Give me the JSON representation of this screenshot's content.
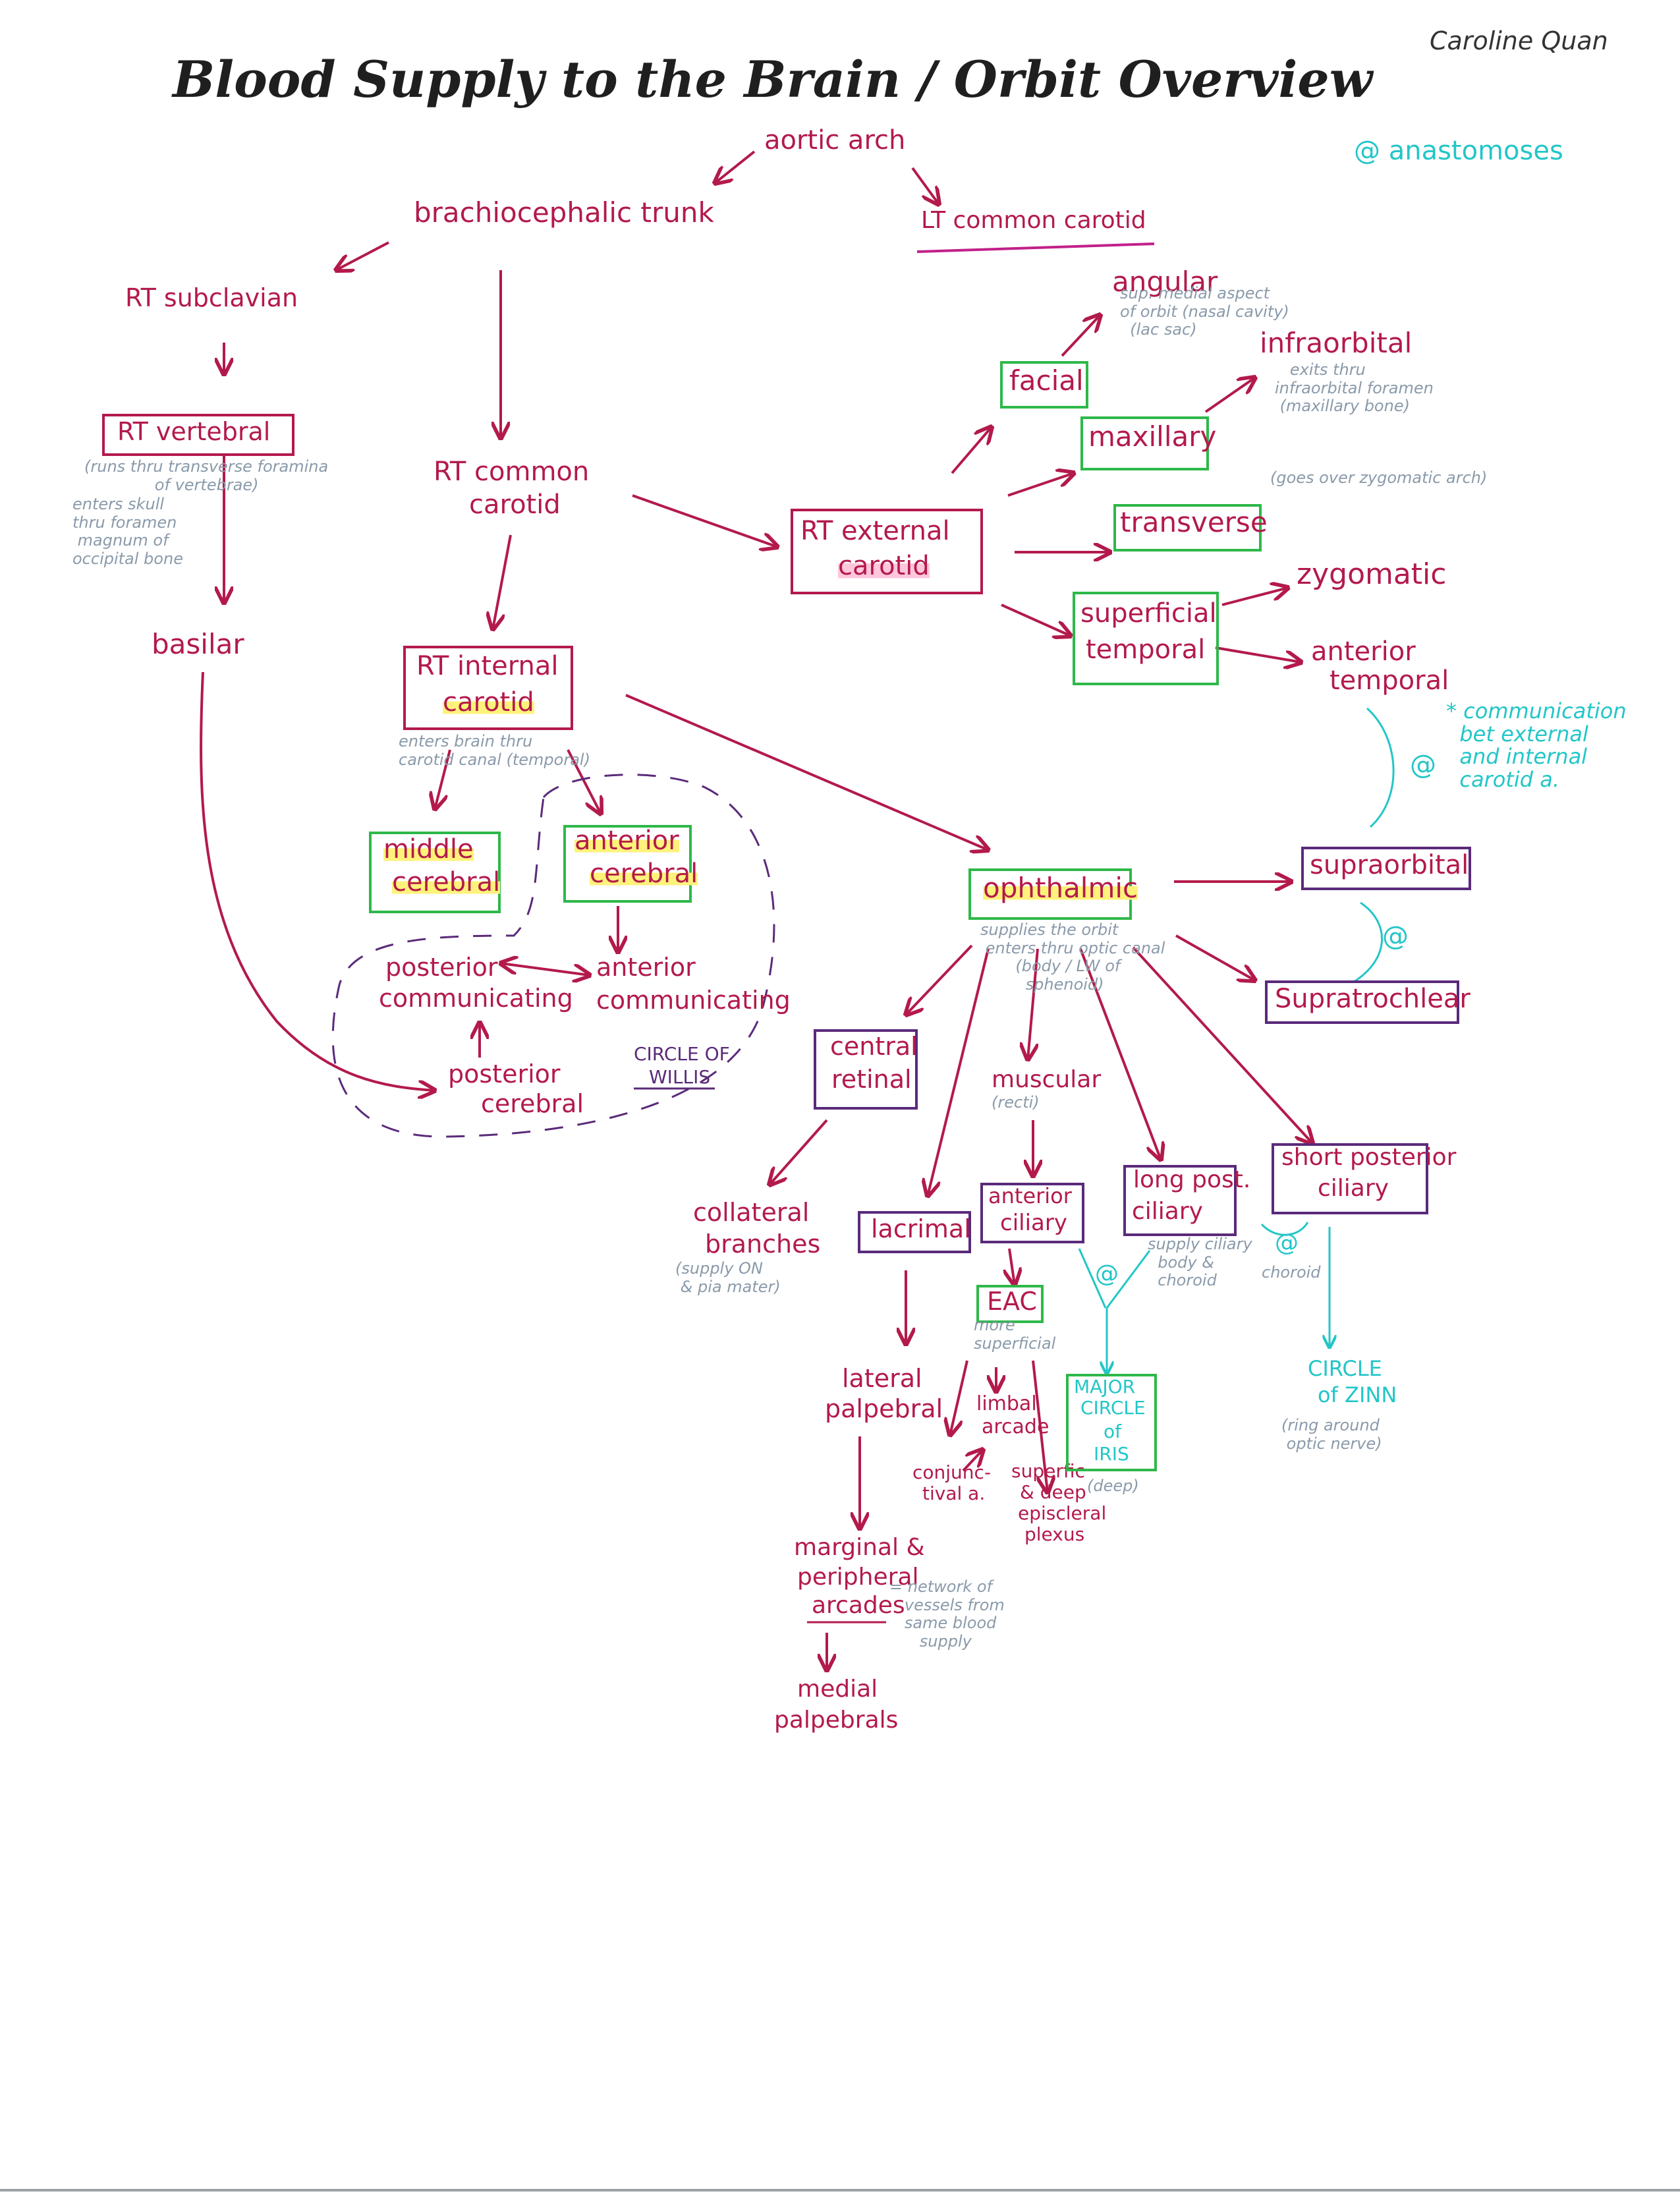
{
  "header": {
    "title": "Blood Supply to the Brain / Orbit Overview",
    "author": "Caroline Quan",
    "legend": "@ anastomoses"
  },
  "nodes": {
    "aortic_arch": "aortic arch",
    "brachiocephalic": "brachiocephalic trunk",
    "lt_common_carotid": "LT common carotid",
    "rt_subclavian": "RT subclavian",
    "rt_vertebral": "RT vertebral",
    "rt_vertebral_note": "(runs thru transverse foramina\n              of vertebrae)",
    "enters_skull_note": "enters skull\nthru foramen\n magnum of\noccipital bone",
    "basilar": "basilar",
    "rt_common_carotid_1": "RT common",
    "rt_common_carotid_2": "carotid",
    "rt_external_1": "RT external",
    "rt_external_2": "carotid",
    "rt_internal_1": "RT internal",
    "rt_internal_2": "carotid",
    "rt_internal_note": "enters brain thru\ncarotid canal (temporal)",
    "middle_cerebral_1": "middle",
    "middle_cerebral_2": "cerebral",
    "anterior_cerebral_1": "anterior",
    "anterior_cerebral_2": "cerebral",
    "posterior_comm_1": "posterior",
    "posterior_comm_2": "communicating",
    "anterior_comm_1": "anterior",
    "anterior_comm_2": "communicating",
    "posterior_cerebral_1": "posterior",
    "posterior_cerebral_2": "cerebral",
    "circle_of_willis_1": "CIRCLE OF",
    "circle_of_willis_2": "WILLIS",
    "facial": "facial",
    "angular": "angular",
    "angular_note": "sup. medial aspect\nof orbit (nasal cavity)\n  (lac sac)",
    "maxillary": "maxillary",
    "infraorbital": "infraorbital",
    "infraorbital_note": "   exits thru\ninfraorbital foramen\n (maxillary bone)",
    "transverse": "transverse",
    "transverse_note": "(goes over zygomatic arch)",
    "superficial_temporal_1": "superficial",
    "superficial_temporal_2": "temporal",
    "zygomatic": "zygomatic",
    "anterior_temporal_1": "anterior",
    "anterior_temporal_2": "temporal",
    "communication_note": "* communication\n  bet external\n  and internal\n  carotid a.",
    "ophthalmic": "ophthalmic",
    "ophthalmic_note": "supplies the orbit\n enters thru optic canal\n       (body / LW of\n         sphenoid)",
    "supraorbital": "supraorbital",
    "supratrochlear": "Supratrochlear",
    "central_retinal_1": "central",
    "central_retinal_2": "retinal",
    "collateral_1": "collateral",
    "collateral_2": "branches",
    "collateral_note": "(supply ON\n & pia mater)",
    "muscular": "muscular",
    "muscular_note": "(recti)",
    "lacrimal": "lacrimal",
    "anterior_ciliary_1": "anterior",
    "anterior_ciliary_2": "ciliary",
    "long_post_ciliary_1": "long post.",
    "long_post_ciliary_2": "ciliary",
    "long_post_note": "supply ciliary\n  body &\n  choroid",
    "short_post_ciliary_1": "short posterior",
    "short_post_ciliary_2": "ciliary",
    "choroid_note": "choroid",
    "eac": "EAC",
    "eac_note": "more\nsuperficial",
    "lateral_palpebral_1": "lateral",
    "lateral_palpebral_2": "palpebral",
    "limbal_arcade_1": "limbal",
    "limbal_arcade_2": "arcade",
    "conjunctival_1": "conjunc-",
    "conjunctival_2": "tival a.",
    "episcleral_1": "superfic",
    "episcleral_2": "& deep",
    "episcleral_3": "episcleral",
    "episcleral_4": "plexus",
    "major_circle_1": "MAJOR",
    "major_circle_2": "CIRCLE",
    "major_circle_3": "of",
    "major_circle_4": "IRIS",
    "deep_note": "(deep)",
    "circle_zinn_1": "CIRCLE",
    "circle_zinn_2": "of ZINN",
    "circle_zinn_note": "(ring around\n optic nerve)",
    "marginal_1": "marginal &",
    "marginal_2": "peripheral",
    "marginal_3": "arcades",
    "marginal_note": "= network of\n   vessels from\n   same blood\n      supply",
    "medial_1": "medial",
    "medial_2": "palpebrals",
    "anastomosis_mark": "@"
  },
  "colors": {
    "artery": "#b31a4b",
    "box_green": "#2eb84a",
    "box_purple": "#5a2a7a",
    "anastomosis": "#23c6c8",
    "note_gray": "#8a9aaa",
    "highlight_yellow": "#fff27a",
    "highlight_pink": "#ffc6dc"
  }
}
